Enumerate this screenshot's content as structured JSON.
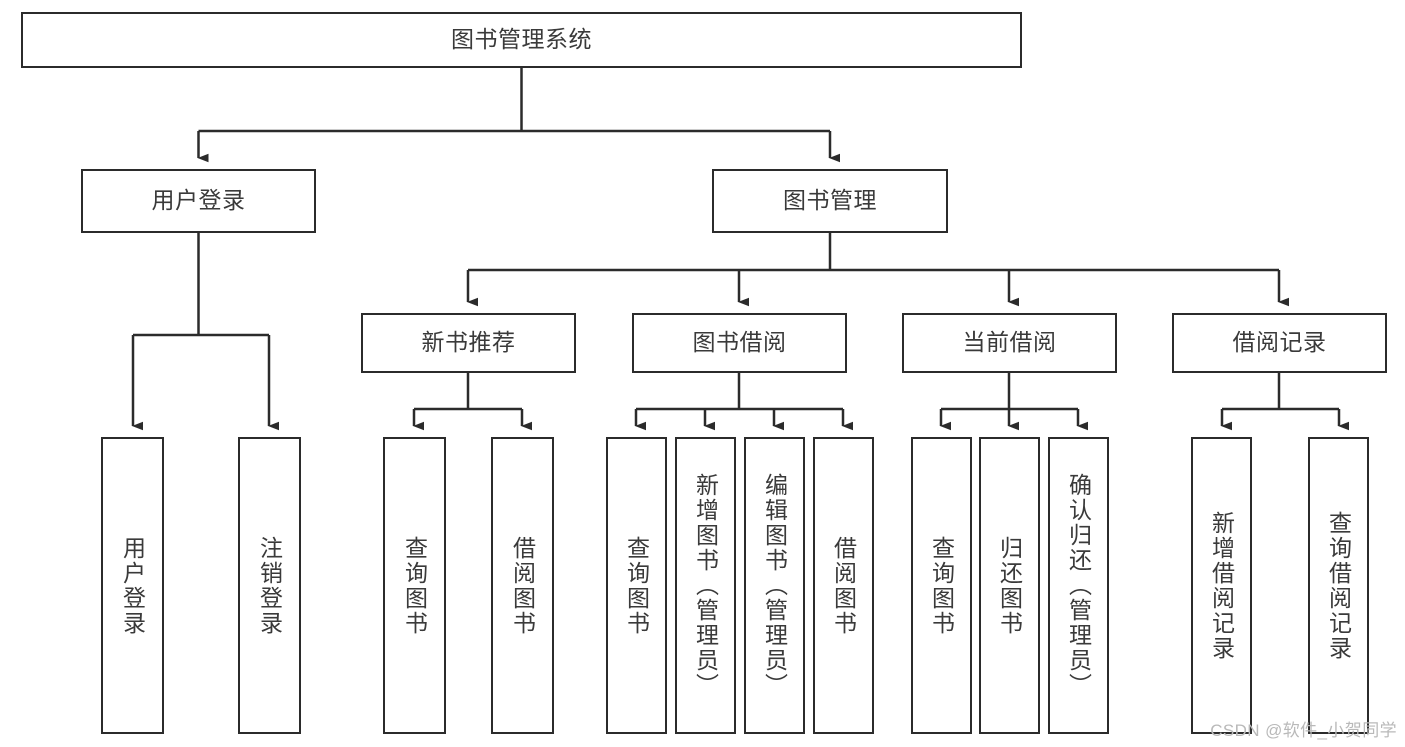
{
  "diagram": {
    "type": "hierarchy-tree",
    "title": "图书管理系统",
    "watermark": "CSDN @软件_小贺同学",
    "colors": {
      "box_stroke": "#2b2b2b",
      "box_fill": "#ffffff",
      "connector": "#2b2b2b",
      "text": "#3a3a3a",
      "background": "#ffffff",
      "watermark": "#b9b9b9"
    },
    "nodes": {
      "root": {
        "label": "图书管理系统",
        "orientation": "horizontal"
      },
      "level2": [
        {
          "id": "user-login",
          "label": "用户登录",
          "orientation": "horizontal"
        },
        {
          "id": "book-manage",
          "label": "图书管理",
          "orientation": "horizontal"
        }
      ],
      "level3": [
        {
          "id": "new-book-rec",
          "label": "新书推荐",
          "orientation": "horizontal"
        },
        {
          "id": "book-borrow",
          "label": "图书借阅",
          "orientation": "horizontal"
        },
        {
          "id": "current-borrow",
          "label": "当前借阅",
          "orientation": "horizontal"
        },
        {
          "id": "borrow-record",
          "label": "借阅记录",
          "orientation": "horizontal"
        }
      ],
      "leaves": [
        {
          "id": "leaf-user-login",
          "label": "用户登录",
          "orientation": "vertical",
          "parent": "user-login"
        },
        {
          "id": "leaf-user-logout",
          "label": "注销登录",
          "orientation": "vertical",
          "parent": "user-login"
        },
        {
          "id": "leaf-query-book-1",
          "label": "查询图书",
          "orientation": "vertical",
          "parent": "new-book-rec"
        },
        {
          "id": "leaf-borrow-book-1",
          "label": "借阅图书",
          "orientation": "vertical",
          "parent": "new-book-rec"
        },
        {
          "id": "leaf-query-book-2",
          "label": "查询图书",
          "orientation": "vertical",
          "parent": "book-borrow"
        },
        {
          "id": "leaf-add-book",
          "label": "新增图书（管理员）",
          "orientation": "vertical",
          "parent": "book-borrow"
        },
        {
          "id": "leaf-edit-book",
          "label": "编辑图书（管理员）",
          "orientation": "vertical",
          "parent": "book-borrow"
        },
        {
          "id": "leaf-borrow-book-2",
          "label": "借阅图书",
          "orientation": "vertical",
          "parent": "book-borrow"
        },
        {
          "id": "leaf-query-book-3",
          "label": "查询图书",
          "orientation": "vertical",
          "parent": "current-borrow"
        },
        {
          "id": "leaf-return-book",
          "label": "归还图书",
          "orientation": "vertical",
          "parent": "current-borrow"
        },
        {
          "id": "leaf-confirm-return",
          "label": "确认归还（管理员）",
          "orientation": "vertical",
          "parent": "current-borrow"
        },
        {
          "id": "leaf-add-record",
          "label": "新增借阅记录",
          "orientation": "vertical",
          "parent": "borrow-record"
        },
        {
          "id": "leaf-query-record",
          "label": "查询借阅记录",
          "orientation": "vertical",
          "parent": "borrow-record"
        }
      ]
    }
  }
}
